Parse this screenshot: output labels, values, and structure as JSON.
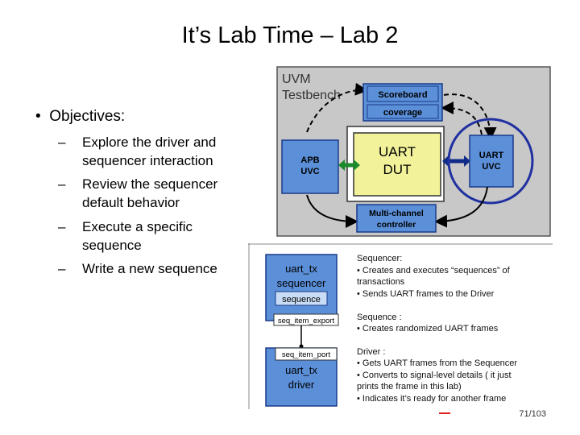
{
  "slide": {
    "title": "It’s Lab Time – Lab 2",
    "bullet": "Objectives:",
    "subbullets": [
      [
        "Explore the driver and",
        "sequencer interaction"
      ],
      [
        "Review the sequencer",
        "default behavior"
      ],
      [
        "Execute a specific",
        "sequence"
      ],
      [
        "Write a new sequence"
      ]
    ],
    "page_number": "71/103"
  },
  "testbench": {
    "title_line1": "UVM",
    "title_line2": "Testbench",
    "scoreboard": "Scoreboard",
    "coverage": "coverage",
    "apb_line1": "APB",
    "apb_line2": "UVC",
    "dut_line1": "UART",
    "dut_line2": "DUT",
    "uart_uvc_line1": "UART",
    "uart_uvc_line2": "UVC",
    "mc_line1": "Multi-channel",
    "mc_line2": "controller"
  },
  "detail": {
    "sequencer_line1": "uart_tx",
    "sequencer_line2": "sequencer",
    "sequence": "sequence",
    "seq_item_export": "seq_item_export",
    "seq_item_port": "seq_item_port",
    "driver_line1": "uart_tx",
    "driver_line2": "driver",
    "notes": {
      "sequencer_title": "Sequencer:",
      "sequencer_b1a": "• Creates and executes “sequences” of",
      "sequencer_b1b": "transactions",
      "sequencer_b2": "• Sends UART frames to the Driver",
      "sequence_title": "Sequence :",
      "sequence_b1": "• Creates randomized UART frames",
      "driver_title": "Driver :",
      "driver_b1": "• Gets UART frames from the Sequencer",
      "driver_b2a": "• Converts to signal-level details ( it just",
      "driver_b2b": "prints the frame in this lab)",
      "driver_b3": "• Indicates it’s ready for another frame"
    }
  },
  "colors": {
    "panel_gray": "#c8c8c8",
    "box_blue": "#5b8fd8",
    "box_light": "#f2f29a",
    "arrow_green": "#1a8a2a",
    "arrow_blue": "#102a8a",
    "circle_blue": "#2030a0"
  }
}
